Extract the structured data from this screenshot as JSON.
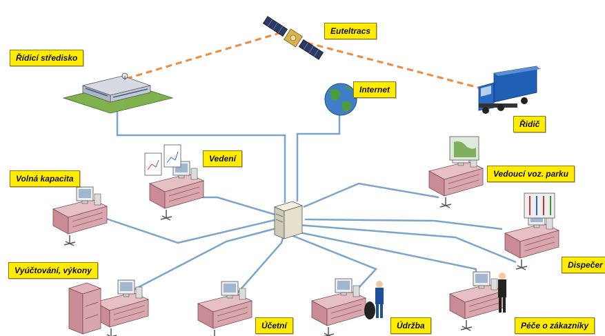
{
  "labels": {
    "control_center": "Řídicí středisko",
    "satellite": "Euteltracs",
    "internet": "Internet",
    "driver": "Řidič",
    "management": "Vedení",
    "free_capacity": "Volná kapacita",
    "fleet_manager": "Vedoucí voz. parku",
    "dispatcher": "Dispečer",
    "billing": "Vyúčtování, výkony",
    "accounting": "Účetní",
    "maintenance": "Údržba",
    "customer_care": "Péče o zákazníky"
  },
  "colors": {
    "label_background": "#ffec00",
    "network_line": "#7ba3cc",
    "satellite_link": "#f08a3c",
    "desk": "#d9a6ae",
    "truck": "#1f5fb4"
  },
  "icons": [
    "satellite-icon",
    "building-icon",
    "globe-icon",
    "truck-icon",
    "server-icon",
    "workstation-icon"
  ]
}
